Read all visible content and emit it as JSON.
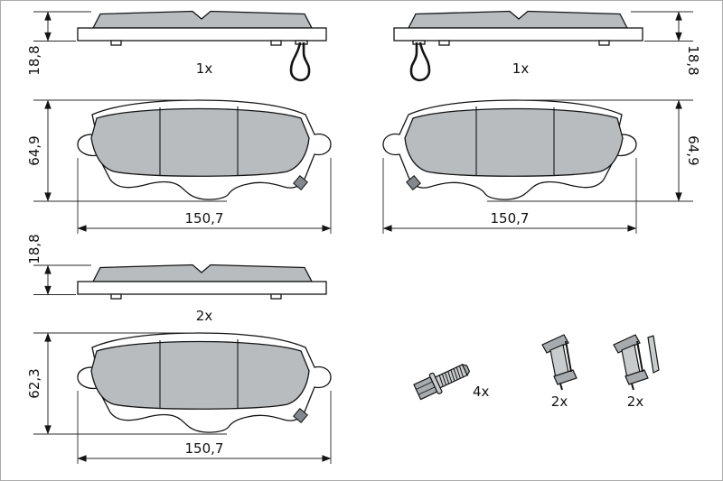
{
  "colors": {
    "line": "#141414",
    "friction_pad": "#b8bcbf",
    "backing_plate": "#ffffff",
    "metal": "#a7abae",
    "metal_light": "#c9cccd",
    "shim_tab": "#84888c"
  },
  "quantities": {
    "top_left_strip": "1x",
    "top_right_strip": "1x",
    "bottom_strip": "2x",
    "bolt": "4x",
    "clip_left": "2x",
    "clip_right": "2x"
  },
  "dimensions": {
    "top_left_thickness": "18,8",
    "top_right_thickness": "18,8",
    "mid_left_height": "64,9",
    "mid_right_height": "64,9",
    "mid_left_width": "150,7",
    "mid_right_width": "150,7",
    "bottom_strip_thickness": "18,8",
    "bottom_pad_height": "62,3",
    "bottom_pad_width": "150,7"
  }
}
